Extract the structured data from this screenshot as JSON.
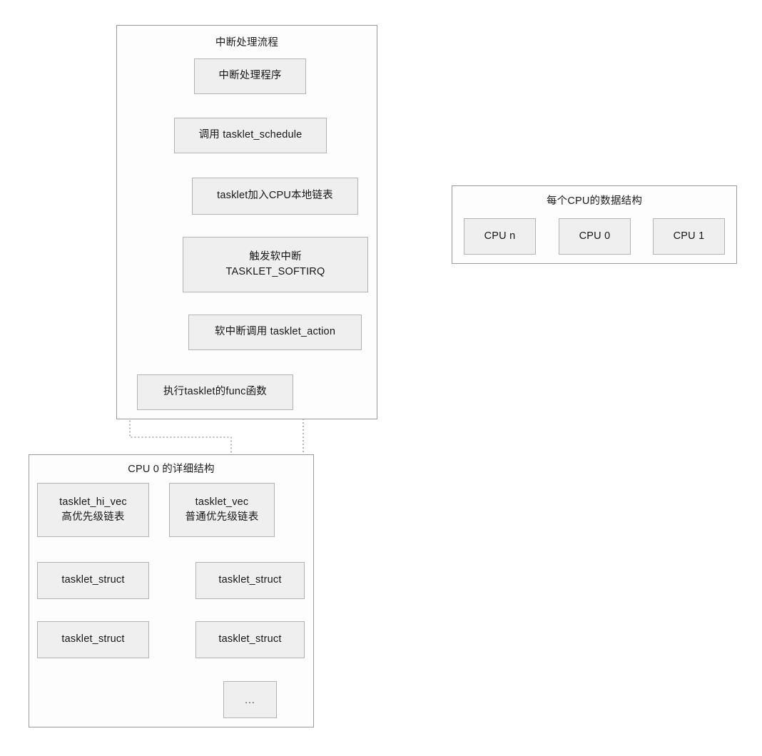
{
  "diagram": {
    "title_interrupt_flow": "中断处理流程",
    "title_percpu": "每个CPU的数据结构",
    "title_cpu0_detail": "CPU 0 的详细结构",
    "colors": {
      "panel_border": "#9a9a9a",
      "panel_fill": "#fdfdfd",
      "node_fill": "#efefef",
      "node_border": "#b3b3b3",
      "edge": "#6e6e6e",
      "dotted_edge": "#8d8d8d",
      "text": "#161616"
    }
  },
  "interrupt_flow": {
    "nodes": [
      {
        "id": "irq-handler",
        "label": "中断处理程序"
      },
      {
        "id": "tasklet-schedule",
        "label": "调用 tasklet_schedule"
      },
      {
        "id": "add-local-list",
        "label": "tasklet加入CPU本地链表"
      },
      {
        "id": "raise-softirq",
        "label_line1": "触发软中断",
        "label_line2": "TASKLET_SOFTIRQ"
      },
      {
        "id": "tasklet-action",
        "label": "软中断调用 tasklet_action"
      },
      {
        "id": "run-func",
        "label": "执行tasklet的func函数"
      }
    ]
  },
  "percpu": {
    "cpus": [
      {
        "id": "cpu-n",
        "label": "CPU n"
      },
      {
        "id": "cpu-0",
        "label": "CPU 0"
      },
      {
        "id": "cpu-1",
        "label": "CPU 1"
      }
    ]
  },
  "cpu0_detail": {
    "hi_column": [
      {
        "id": "tasklet-hi-vec",
        "label_line1": "tasklet_hi_vec",
        "label_line2": "高优先级链表"
      },
      {
        "id": "hi-tasklet-struct-1",
        "label": "tasklet_struct"
      },
      {
        "id": "hi-tasklet-struct-2",
        "label": "tasklet_struct"
      }
    ],
    "normal_column": [
      {
        "id": "tasklet-vec",
        "label_line1": "tasklet_vec",
        "label_line2": "普通优先级链表"
      },
      {
        "id": "normal-tasklet-struct-1",
        "label": "tasklet_struct"
      },
      {
        "id": "normal-tasklet-struct-2",
        "label": "tasklet_struct"
      },
      {
        "id": "normal-ellipsis",
        "label": "..."
      }
    ]
  }
}
